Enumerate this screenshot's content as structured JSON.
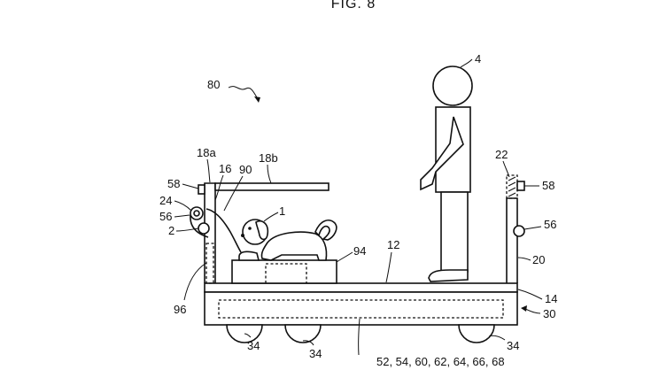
{
  "figure": {
    "title": "FIG. 8",
    "labels": {
      "system": "80",
      "person": "4",
      "dog": "1",
      "ref_18a": "18a",
      "ref_18b": "18b",
      "ref_16": "16",
      "ref_90": "90",
      "ref_58_left": "58",
      "ref_24": "24",
      "ref_56_left": "56",
      "ref_2": "2",
      "ref_22": "22",
      "ref_58_right": "58",
      "ref_56_right": "56",
      "ref_20": "20",
      "ref_12": "12",
      "ref_94": "94",
      "ref_14": "14",
      "ref_30": "30",
      "ref_96": "96",
      "ref_34_a": "34",
      "ref_34_b": "34",
      "ref_34_c": "34",
      "ref_list": "52, 54, 60, 62, 64, 66, 68"
    }
  }
}
